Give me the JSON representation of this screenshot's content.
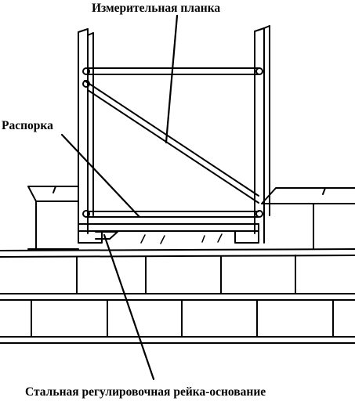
{
  "labels": {
    "top": "Измерительная планка",
    "left": "Распорка",
    "bottom": "Стальная регулировочная рейка-основание"
  }
}
